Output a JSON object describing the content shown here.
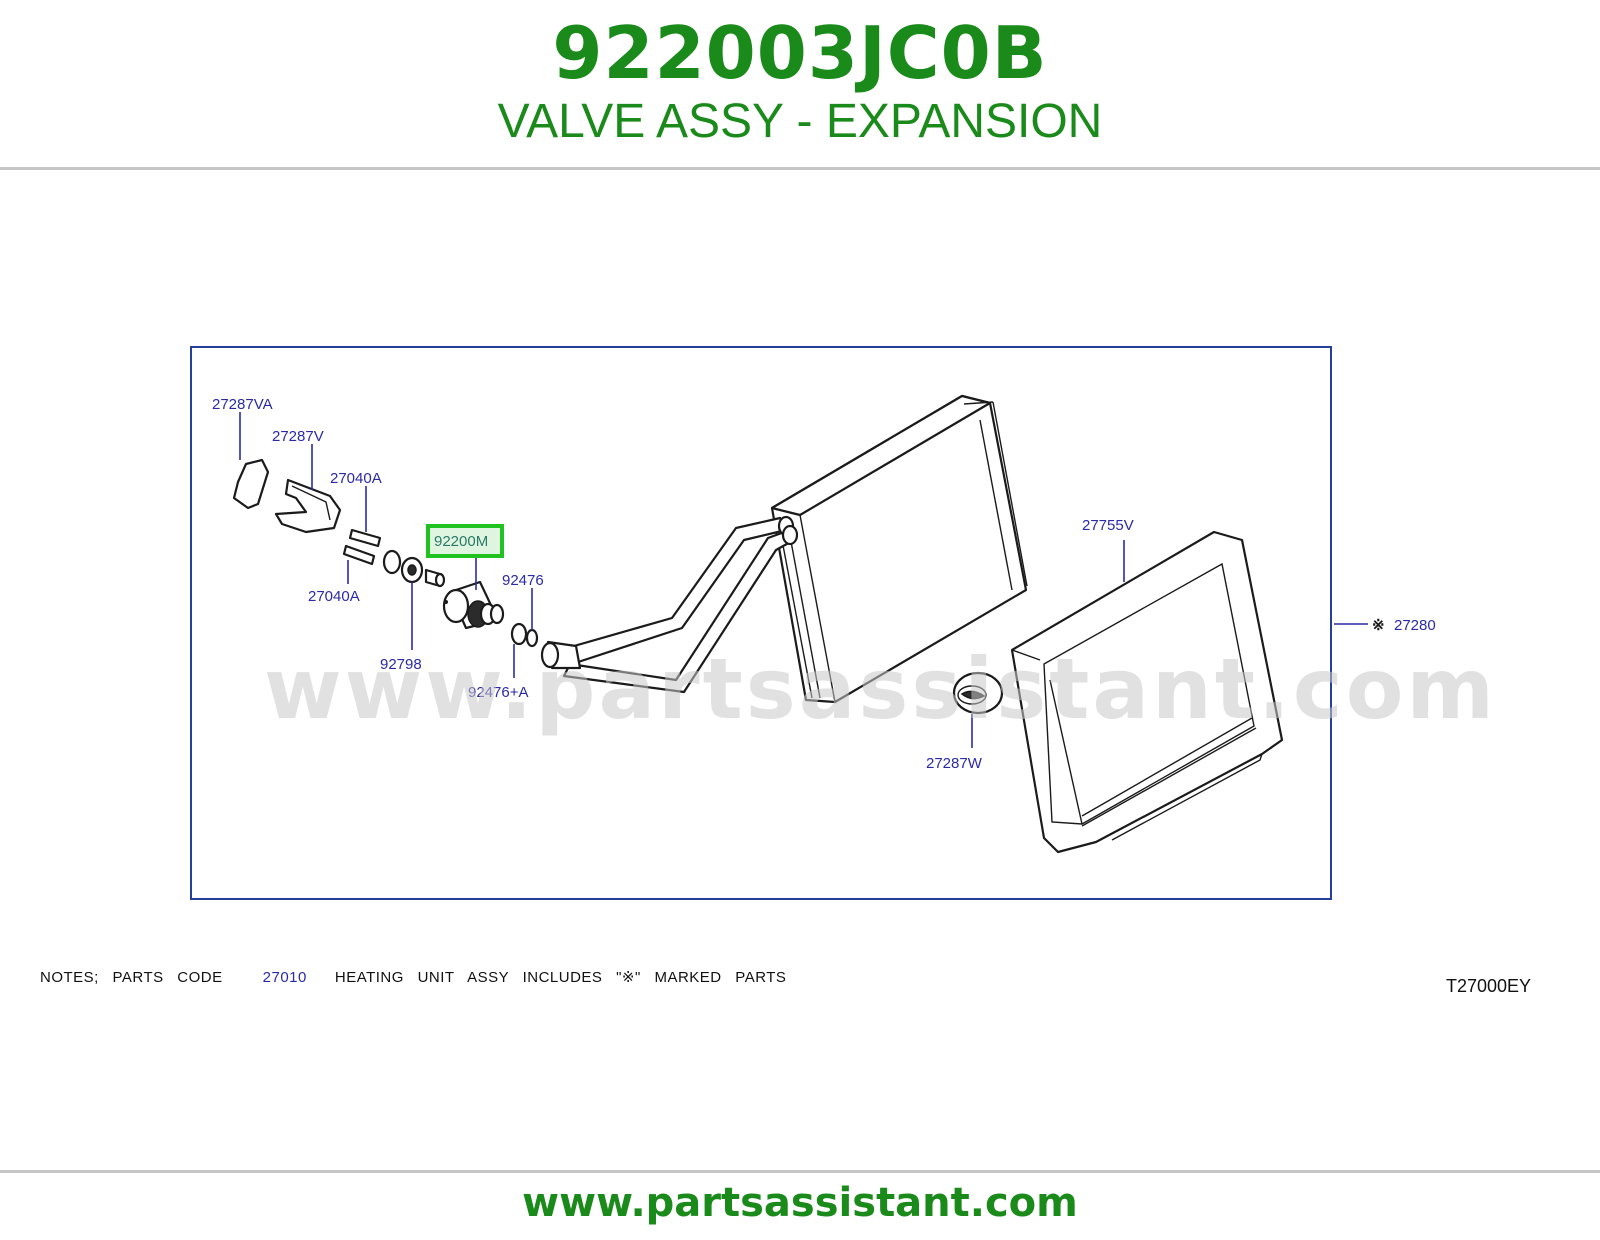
{
  "header": {
    "part_number": "922003JC0B",
    "part_name": "VALVE ASSY - EXPANSION"
  },
  "diagram": {
    "watermark": "www.partsassistant.com",
    "highlighted_callout": "92200M",
    "highlight_color": "#1fc21f",
    "callouts": {
      "c27287VA": "27287VA",
      "c27287V": "27287V",
      "c27040A_top": "27040A",
      "c27040A_bottom": "27040A",
      "c92200M": "92200M",
      "c92476": "92476",
      "c92798": "92798",
      "c92476A": "92476+A",
      "c27755V": "27755V",
      "c27287W": "27287W",
      "c27280": "27280"
    },
    "marked_symbol": "※"
  },
  "notes": {
    "prefix": "NOTES;   PARTS   CODE",
    "code": "27010",
    "suffix": "HEATING   UNIT   ASSY   INCLUDES   \"※\"   MARKED   PARTS"
  },
  "diagram_code": "T27000EY",
  "footer": {
    "url": "www.partsassistant.com"
  },
  "colors": {
    "brand_green": "#1a8a1a",
    "callout_blue": "#2a2aa8",
    "frame_blue": "#24409a"
  }
}
